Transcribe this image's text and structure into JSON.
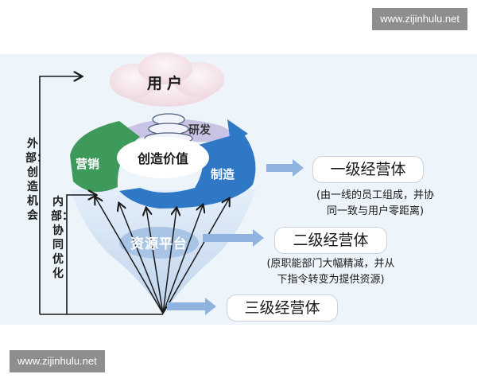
{
  "watermark": "www.zijinhulu.net",
  "user_label": "用户",
  "center_label": "创造价值",
  "segments": {
    "marketing": "营销",
    "rd": "研发",
    "manufacturing": "制造"
  },
  "platform_label": "资源平台",
  "side_labels": {
    "outer": "外部：创造机会",
    "inner": "内部：协同优化"
  },
  "levels": [
    {
      "title": "一级经营体",
      "desc_lines": [
        "(由一线的员工组成，并协",
        "同一致与用户零距离)"
      ]
    },
    {
      "title": "二级经营体",
      "desc_lines": [
        "(原职能部门大幅精减，并从",
        "下指令转变为提供资源)"
      ]
    },
    {
      "title": "三级经营体",
      "desc_lines": []
    }
  ],
  "colors": {
    "panel_bg": "#edf4fa",
    "funnel": "#cfe0f2",
    "marketing_green": "#3e9a5a",
    "manufacturing_blue": "#2e78c6",
    "rd_lavender": "#c9c3e6",
    "arrow_blue": "#8fb3df"
  }
}
